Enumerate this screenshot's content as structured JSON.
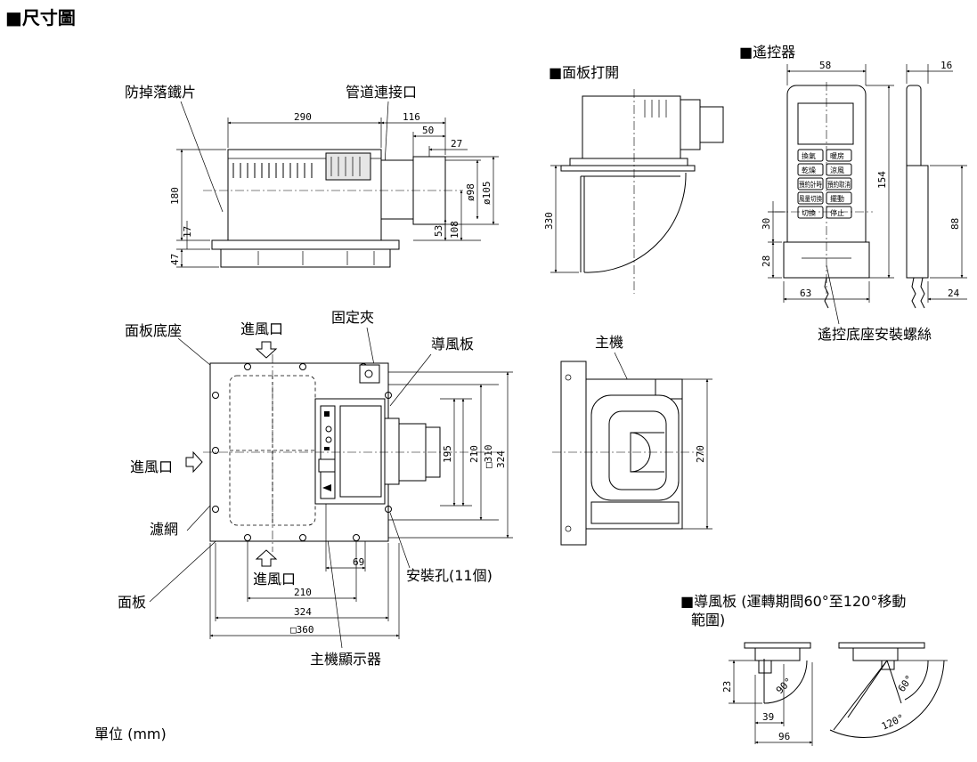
{
  "title": "■尺寸圖",
  "unit_note": "單位 (mm)",
  "views": {
    "side": {
      "label_left": "防掉落鐵片",
      "label_right": "管道連接口",
      "dims": {
        "d290": "290",
        "d116": "116",
        "d50": "50",
        "d27": "27",
        "d180": "180",
        "d17": "17",
        "d47": "47",
        "d98": "ø98",
        "d105": "ø105",
        "d53": "53",
        "d108": "108"
      }
    },
    "panel_open": {
      "title": "■面板打開",
      "dims": {
        "d330": "330"
      }
    },
    "remote": {
      "title": "■遙控器",
      "caption": "遙控底座安裝螺絲",
      "dims": {
        "d58": "58",
        "d16": "16",
        "d154": "154",
        "d30": "30",
        "d28": "28",
        "d88": "88",
        "d63": "63",
        "d24": "24"
      },
      "buttons": [
        "換氣",
        "暖房",
        "乾燥",
        "涼風",
        "預約計時",
        "預約取消",
        "風量切換",
        "擺動",
        "切換",
        "停止"
      ]
    },
    "bottom": {
      "labels": {
        "panel_base": "面板底座",
        "inlet_top": "進風口",
        "clip": "固定夾",
        "louver": "導風板",
        "inlet_left": "進風口",
        "filter": "濾網",
        "panel": "面板",
        "inlet_bottom": "進風口",
        "holes": "安裝孔(11個)",
        "display": "主機顯示器"
      },
      "dims": {
        "d195": "195",
        "d210v": "210",
        "d310": "□310",
        "d324v": "324",
        "d69": "69",
        "d210h": "210",
        "d324h": "324",
        "d360": "□360"
      }
    },
    "front": {
      "label": "主機",
      "dims": {
        "d270": "270"
      }
    },
    "louver_range": {
      "title_line1": "■導風板 (運轉期間60°至120°移動",
      "title_line2": "範圍)",
      "dims": {
        "d23": "23",
        "d39": "39",
        "d96": "96",
        "a90": "90°",
        "a60": "60°",
        "a120": "120°"
      }
    }
  }
}
